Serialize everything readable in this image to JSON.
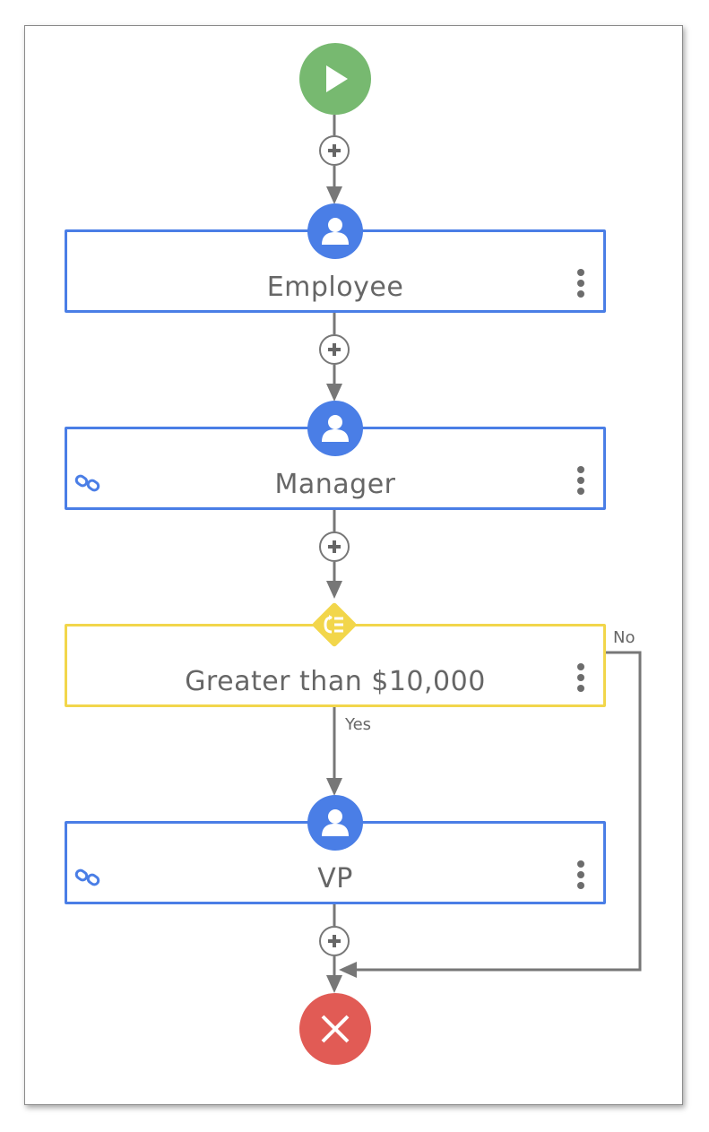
{
  "workflow": {
    "steps": [
      {
        "label": "Employee",
        "linked": false,
        "role_icon": "user-icon"
      },
      {
        "label": "Manager",
        "linked": true,
        "role_icon": "user-icon"
      },
      {
        "label": "Greater than $10,000",
        "type": "condition",
        "icon": "condition-icon"
      },
      {
        "label": "VP",
        "linked": true,
        "role_icon": "user-icon"
      }
    ],
    "branches": {
      "yes_label": "Yes",
      "no_label": "No"
    },
    "start_icon": "play-icon",
    "end_icon": "close-icon",
    "add_icon": "plus-icon",
    "link_icon": "chain-link-icon",
    "menu_icon": "kebab-menu-icon"
  },
  "colors": {
    "start": "#77b970",
    "end": "#e15b55",
    "approver": "#4a7ee6",
    "condition": "#f2d64b",
    "connector": "#777777"
  }
}
